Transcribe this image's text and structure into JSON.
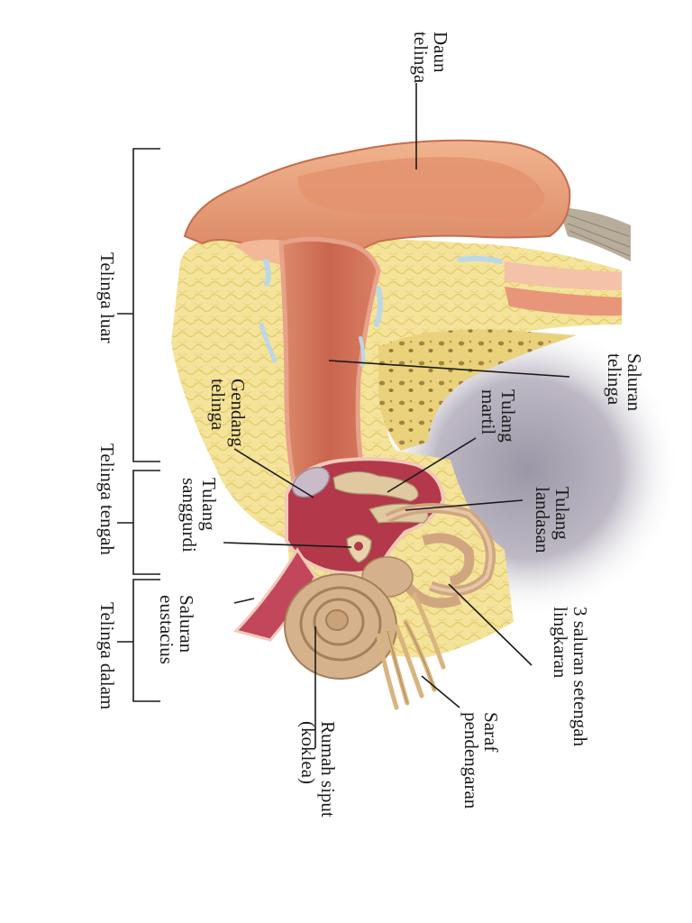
{
  "labels": {
    "daun_telinga": [
      "Daun",
      "telinga"
    ],
    "saluran_telinga": [
      "Saluran",
      "telinga"
    ],
    "gendang_telinga": [
      "Gendang",
      "telinga"
    ],
    "tulang_martil": [
      "Tulang",
      "martil"
    ],
    "tulang_landasan": [
      "Tulang",
      "landasan"
    ],
    "tulang_sanggurdi": [
      "Tulang",
      "sanggurdi"
    ],
    "saluran_setengah_lingkaran": [
      "3 saluran setengah",
      "lingkaran"
    ],
    "saluran_eustacius": [
      "Saluran",
      "eustacius"
    ],
    "saraf_pendengaran": [
      "Saraf",
      "pendengaran"
    ],
    "rumah_siput": [
      "Rumah siput",
      "(koklea)"
    ]
  },
  "sections": {
    "telinga_luar": "Telinga luar",
    "telinga_tengah": "Telinga tengah",
    "telinga_dalam": "Telinga dalam"
  },
  "colors": {
    "skin": "#e9a27c",
    "canal": "#c96a52",
    "fat": "#f3e08a",
    "bone": "#e8cf7a",
    "middle_ear": "#b8404a",
    "inner_ear": "#d4b08c",
    "brain_shadow": "#b9b4bf"
  }
}
